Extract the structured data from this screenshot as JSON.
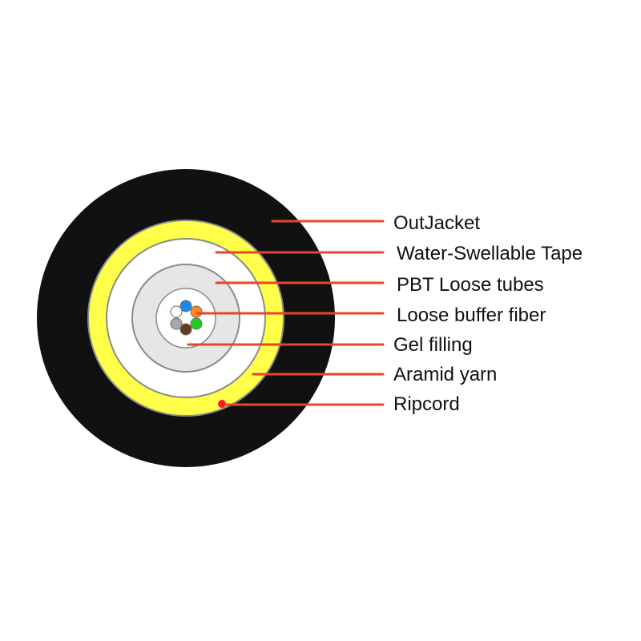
{
  "labels": {
    "outjacket": "OutJacket",
    "water_tape": "Water-Swellable Tape",
    "pbt_tubes": "PBT Loose tubes",
    "loose_fiber": "Loose buffer fiber",
    "gel": "Gel filling",
    "aramid": "Aramid yarn",
    "ripcord": "Ripcord"
  },
  "colors": {
    "outjacket": "#111111",
    "aramid_yarn": "#ffff4a",
    "water_tape": "#ffffff",
    "pbt_tube": "#e6e6e6",
    "gel": "#ffffff",
    "ring_stroke": "#8a8a8a",
    "leader_line": "#e8462a",
    "ripcord": "#ff1a1a",
    "fibers": [
      "#1e88e5",
      "#ff8c1a",
      "#22cc22",
      "#6b3a1e",
      "#a8a8a8",
      "#ffffff"
    ]
  }
}
